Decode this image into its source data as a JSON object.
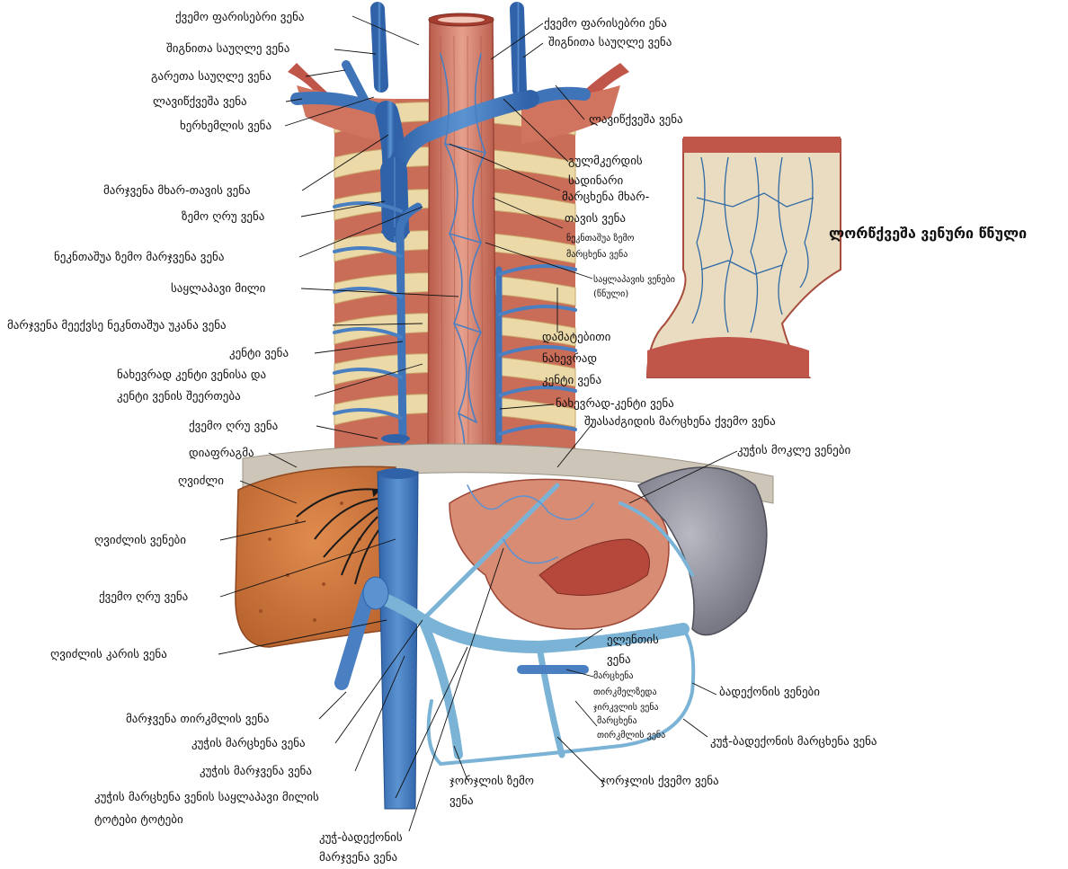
{
  "title": "ლორწქვეშა ვენური წნული",
  "labels": {
    "l01": "ქვემო ფარისებრი ვენა",
    "l02": "შიგნითა საუღლე ვენა",
    "l03": "გარეთა საუღლე ვენა",
    "l04": "ლავიწქვეშა ვენა",
    "l05": "ხერხემლის ვენა",
    "l06": "მარჯვენა მხარ-თავის ვენა",
    "l07": "ზემო ღრუ ვენა",
    "l08": "ნეკნთაშუა ზემო მარჯვენა ვენა",
    "l09": "საყლაპავი მილი",
    "l10": "მარჯვენა მეექვსე ნეკნთაშუა უკანა ვენა",
    "l11": "კენტი ვენა",
    "l12a": "ნახევრად კენტი ვენისა და",
    "l12b": "კენტი ვენის შეერთება",
    "l13": "ქვემო ღრუ ვენა",
    "l14": "დიაფრაგმა",
    "l15": "ღვიძლი",
    "l16": "ღვიძლის ვენები",
    "l17": "ქვემო ღრუ ვენა",
    "l18": "ღვიძლის კარის ვენა",
    "l19": "მარჯვენა თირკმლის ვენა",
    "l20": "კუჭის მარცხენა ვენა",
    "l21": "კუჭის მარჯვენა ვენა",
    "l22a": "კუჭის მარცხენა ვენის საყლაპავი მილის",
    "l22b": "ტოტები ტოტები",
    "l23a": "კუჭ-ბადექონის",
    "l23b": "მარჯვენა ვენა",
    "r01": "ქვემო ფარისებრი ენა",
    "r02": "შიგნითა საუღლე ვენა",
    "r03": "ლავიწქვეშა ვენა",
    "r04": "გულმკერდის",
    "r05": "სადინარი",
    "r06": "მარცხენა მხარ-",
    "r07": "თავის ვენა",
    "r08a": "ნეკნთაშუა ზემო",
    "r08b": "მარცხენა ვენა",
    "r09a": "საყლაპავის ვენები",
    "r09b": "(წნული)",
    "r10": "დამატებითი",
    "r11": "ნახევრად",
    "r12": "კენტი ვენა",
    "r13": "ნახევრად-კენტი ვენა",
    "r14": "შუასაძგიდის მარცხენა ქვემო ვენა",
    "r15": "კუჭის მოკლე ვენები",
    "r16a": "ელენთის",
    "r16b": "ვენა",
    "r17a": "მარცხენა",
    "r17b": "თირკმელზედა",
    "r17c": "ჯირკვლის ვენა",
    "r18a": "მარცხენა",
    "r18b": "თირკმლის ვენა",
    "r19": "ბადექონის ვენები",
    "r20": "კუჭ-ბადექონის მარცხენა ვენა",
    "r21": "ჯორჯლის ქვემო ვენა",
    "r22a": "ჯორჯლის ზემო",
    "r22b": "ვენა"
  },
  "colors": {
    "vein": "#4a7fc1",
    "vein_light": "#7ab3d6",
    "esophagus": "#d9826e",
    "muscle": "#c0554a",
    "rib": "#e8d3a0",
    "liver": "#d1783e",
    "spleen": "#8a8a96",
    "diaphragm": "#c9c3b6",
    "stomach": "#d9a08a",
    "fat": "#e6c25a"
  },
  "icons": [
    "liver-flow-arrow-icon"
  ]
}
